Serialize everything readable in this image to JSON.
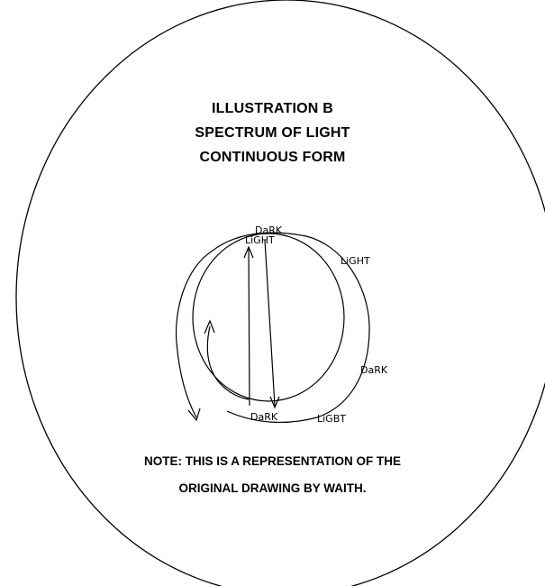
{
  "title_lines": [
    "ILLUSTRATION B",
    "SPECTRUM OF LIGHT",
    "CONTINUOUS FORM"
  ],
  "drawing_labels": {
    "dark_top": "DaRK",
    "light_top": "LiGHT",
    "light_right": "LiGHT",
    "dark_right": "DaRK",
    "dark_bottom": "DaRK",
    "light_bottom": "LiGBT"
  },
  "note_lines": [
    "NOTE: THIS IS A REPRESENTATION OF THE",
    "ORIGINAL DRAWING BY WAITH."
  ]
}
